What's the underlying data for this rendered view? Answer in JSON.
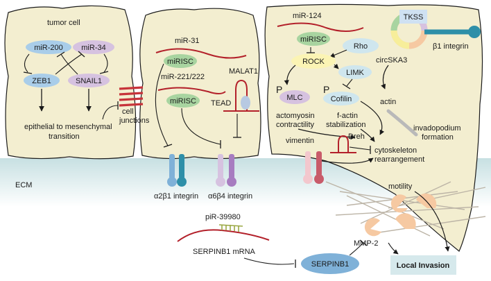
{
  "tumor_cell": {
    "title": "tumor cell",
    "mir200": "miR-200",
    "mir34": "miR-34",
    "zeb1": "ZEB1",
    "snail1": "SNAIL1",
    "cell_junctions_line1": "cell",
    "cell_junctions_line2": "junctions",
    "emt_line1": "epithelial to mesenchymal",
    "emt_line2": "transition"
  },
  "integrin_cell": {
    "mir31": "miR-31",
    "mirisc": "miRISC",
    "mir221": "miR-221/222",
    "malat1": "MALAT1",
    "tead": "TEAD",
    "a2b1": "α2β1 integrin",
    "a6b4": "α6β4 integrin"
  },
  "invasive_cell": {
    "mir124": "miR-124",
    "mirisc": "miRISC",
    "tkss": "TKSS",
    "b1": "β1 integrin",
    "circska3": "circSKA3",
    "rho": "Rho",
    "rock": "ROCK",
    "limk": "LIMK",
    "p": "P",
    "mlc": "MLC",
    "cofilin": "Cofilin",
    "actomyosin_line1": "actomyosin",
    "actomyosin_line2": "contractility",
    "factin_line1": "f-actin",
    "factin_line2": "stabilization",
    "actin": "actin",
    "invado_line1": "invadopodium",
    "invado_line2": "formation",
    "vimentin": "vimentin",
    "dreh": "Dreh",
    "cyto_line1": "cytoskeleton",
    "cyto_line2": "rearrangement",
    "motility": "motility"
  },
  "ecm": {
    "label": "ECM",
    "pir": "piR-39980",
    "serpinb1_mrna": "SERPINB1  mRNA",
    "serpinb1": "SERPINB1",
    "mmp2": "MMP-2",
    "local_invasion": "Local Invasion"
  },
  "colors": {
    "cell_fill": "#f3eed0",
    "mirisc_green": "#a8d4a0",
    "mir_blue": "#a9cde9",
    "mir_pink": "#d6c2e0",
    "rna_red": "#b3202a",
    "ecm_band": "#d8e9ea",
    "serpin_blue": "#7fb1d8",
    "invasion_box": "#d6e9ec",
    "enzyme_peach": "#f6c9a2",
    "rock_yellow": "#fbf4b4"
  }
}
